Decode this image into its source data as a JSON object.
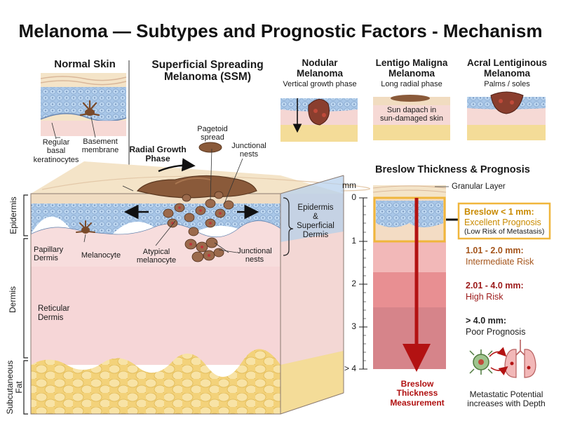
{
  "title": "Melanoma — Subtypes and Prognostic Factors - Mechanism",
  "normal_skin": {
    "heading": "Normal Skin",
    "label_keratinocytes": "Regular\nbasal\nkeratinocytes",
    "label_membrane": "Basement\nmembrane"
  },
  "ssm": {
    "heading": "Superficial Spreading\nMelanoma (SSM)",
    "radial_phase": "Radial Growth\nPhase",
    "pagetoid": "Pagetoid\nspread",
    "junctional_top": "Junctional\nnests",
    "melanocyte": "Melanocyte",
    "atypical": "Atypical\nmelanocyte",
    "junctional_bottom": "Junctional\nnests",
    "epidermis_bracket": "Epidermis\n&\nSuperficial\nDermis"
  },
  "layers": {
    "epidermis": "Epidermis",
    "dermis": "Dermis",
    "subcutaneous": "Subcutaneous\nFat",
    "papillary": "Papillary\nDermis",
    "reticular": "Reticular\nDermis"
  },
  "subtypes": [
    {
      "name": "Nodular\nMelanoma",
      "desc": "Vertical growth phase"
    },
    {
      "name": "Lentigo Maligna\nMelanoma",
      "desc": "Long radial phase",
      "note": "Sun dapach in\nsun-damaged skin"
    },
    {
      "name": "Acral Lentiginous\nMelanoma",
      "desc": "Palms / soles"
    }
  ],
  "breslow": {
    "heading": "Breslow Thickness & Prognosis",
    "unit": "mm",
    "granular": "Granular Layer",
    "ticks": [
      "0",
      "1",
      "2",
      "3",
      "> 4"
    ],
    "risks": [
      {
        "range": "Breslow < 1 mm:",
        "text": "Excellent Prognosis",
        "note": "(Low Risk of Metastasis)",
        "color": "#c98a00"
      },
      {
        "range": "1.01 - 2.0 mm:",
        "text": "Intermediate Risk",
        "color": "#a4541a"
      },
      {
        "range": "2.01 - 4.0 mm:",
        "text": "High Risk",
        "color": "#9c1a1a"
      },
      {
        "range": "> 4.0 mm:",
        "text": "Poor Prognosis",
        "color": "#222222"
      }
    ],
    "measurement": "Breslow\nThickness\nMeasurement",
    "metastatic": "Metastatic Potential\nincreases with Depth"
  },
  "colors": {
    "epidermis_blue": "#a9c7e8",
    "dermis_pink": "#f6d7d6",
    "fat_yellow": "#f5dd93",
    "tumor_brown": "#8a5a3a",
    "risk_gold": "#f0b63c",
    "arrow_red": "#b31212"
  }
}
